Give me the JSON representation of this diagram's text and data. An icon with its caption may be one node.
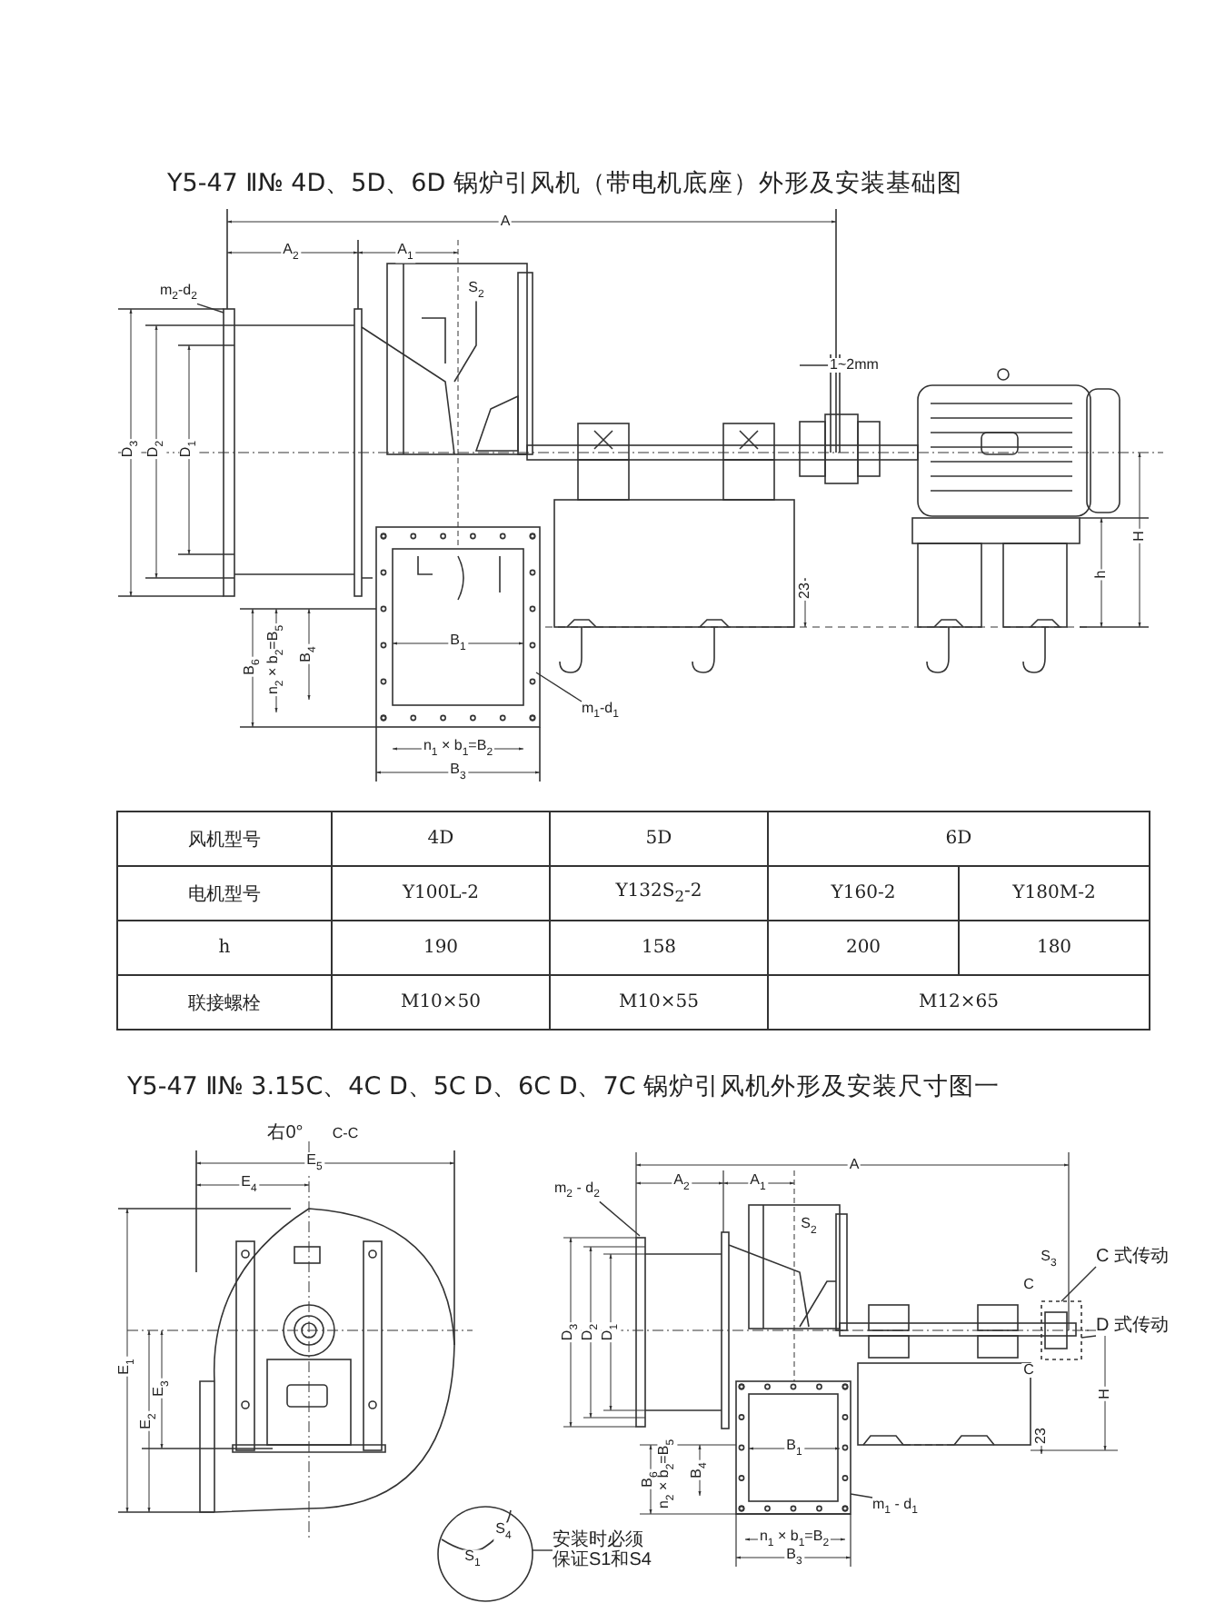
{
  "diagram": {
    "title": "Y5-47 Ⅱ№ 4D、5D、6D 锅炉引风机（带电机底座）外形及安装基础图",
    "nodes": [
      {
        "text": [
          "m$_{2}$-d$_{2}$"
        ]
      },
      {
        "text": [
          "m$_{1}$-d$_{1}$"
        ]
      },
      {
        "text": [
          "m$_{2}$ - d$_{2}$"
        ]
      },
      {
        "text": [
          "C 式传动"
        ]
      },
      {
        "text": [
          "D 式传动"
        ]
      },
      {
        "text": [
          "m$_{1}$ - d$_{1}$"
        ]
      },
      {
        "text": [
          "安装时必须保证S1和S4"
        ]
      },
      {
        "text": [],
        "shape": "circle"
      }
    ],
    "edges": [
      {
        "from": 0,
        "to": null,
        "arrow": "none"
      },
      {
        "from": 1,
        "to": null,
        "arrow": "none"
      },
      {
        "from": 2,
        "to": null,
        "arrow": "none"
      },
      {
        "from": 3,
        "to": null,
        "arrow": "none"
      },
      {
        "from": 4,
        "to": null,
        "arrow": "none"
      },
      {
        "from": 5,
        "to": null,
        "arrow": "none"
      },
      {
        "from": 6,
        "to": 7,
        "arrow": "none"
      }
    ],
    "labels": [
      "A",
      "A$_{2}$",
      "A$_{1}$",
      "S$_{2}$",
      "D$_{3}$",
      "D$_{2}$",
      "D$_{1}$",
      "1~2mm",
      "H",
      "h",
      "23",
      "B$_{6}$",
      "n$_{2}$ × b$_{2}$=B$_{5}$",
      "B$_{4}$",
      "B$_{1}$",
      "n$_{1}$ × b$_{1}$=B$_{2}$",
      "B$_{3}$",
      "风机型号",
      "4D",
      "5D",
      "6D",
      "电机型号",
      "Y100L-2",
      "Y132S$_{2}$-2",
      "Y160-2",
      "Y180M-2",
      "h",
      "190",
      "158",
      "200",
      "180",
      "联接螺栓",
      "M10×50",
      "M10×55",
      "M12×65",
      "Y5-47 Ⅱ№ 3.15C、4C D、5C D、6C D、7C 锅炉引风机外形及安装尺寸图一",
      "右0°",
      "C-C",
      "E$_{5}$",
      "E$_{4}$",
      "E$_{1}$",
      "E$_{2}$",
      "E$_{3}$",
      "S$_{4}$",
      "S$_{1}$",
      "A",
      "A$_{2}$",
      "A$_{1}$",
      "S$_{2}$",
      "D$_{3}$",
      "D$_{2}$",
      "D$_{1}$",
      "S$_{3}$",
      "C",
      "C",
      "H",
      "23",
      "B$_{6}$",
      "n$_{2}$ × b$_{2}$=B$_{5}$",
      "B$_{4}$",
      "B$_{1}$",
      "n$_{1}$ × b$_{1}$=B$_{2}$",
      "B$_{3}$"
    ]
  }
}
